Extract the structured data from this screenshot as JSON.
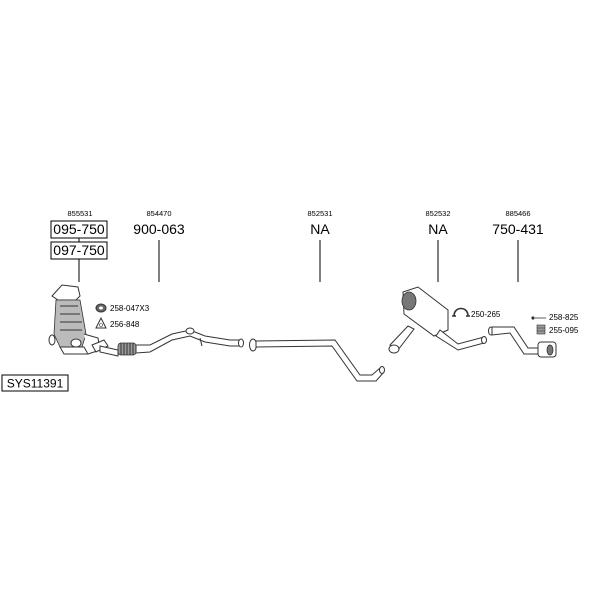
{
  "system": {
    "code": "SYS11391"
  },
  "parts": [
    {
      "ref": "855531",
      "labels": [
        "095-750",
        "097-750"
      ]
    },
    {
      "ref": "854470",
      "labels": [
        "900-063"
      ]
    },
    {
      "ref": "852531",
      "labels": [
        "NA"
      ]
    },
    {
      "ref": "852532",
      "labels": [
        "NA"
      ]
    },
    {
      "ref": "885466",
      "labels": [
        "750-431"
      ]
    }
  ],
  "accessories": [
    {
      "code": "258-047X3"
    },
    {
      "code": "256-848"
    },
    {
      "code": "250-265"
    },
    {
      "code": "258-825"
    },
    {
      "code": "255-095"
    }
  ]
}
